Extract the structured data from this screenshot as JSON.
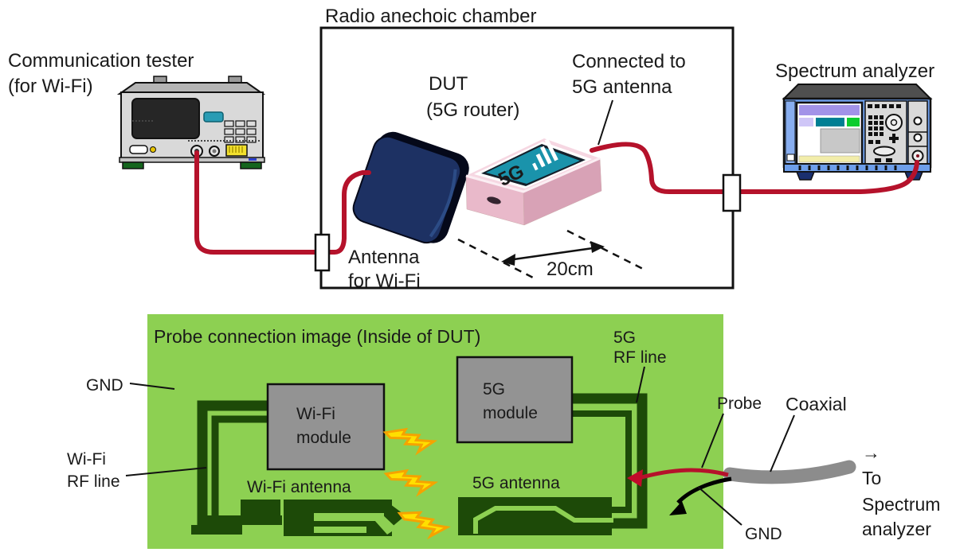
{
  "top": {
    "chamber_title": "Radio anechoic chamber",
    "comm_tester_label_1": "Communication tester",
    "comm_tester_label_2": "(for Wi-Fi)",
    "dut_label_1": "DUT",
    "dut_label_2": "(5G router)",
    "connected_label_1": "Connected to",
    "connected_label_2": "5G antenna",
    "spectrum_label": "Spectrum analyzer",
    "antenna_label_1": "Antenna",
    "antenna_label_2": "for Wi-Fi",
    "distance_label": "20cm",
    "router_screen_text": "5G"
  },
  "board": {
    "title": "Probe connection image (Inside of DUT)",
    "gnd_left_label": "GND",
    "wifi_rf_label_1": "Wi-Fi",
    "wifi_rf_label_2": "RF line",
    "wifi_module_label_1": "Wi-Fi",
    "wifi_module_label_2": "module",
    "wifi_antenna_label": "Wi-Fi antenna",
    "g5_module_label_1": "5G",
    "g5_module_label_2": "module",
    "g5_antenna_label": "5G antenna",
    "g5_rf_label_1": "5G",
    "g5_rf_label_2": "RF line",
    "probe_label": "Probe",
    "coaxial_label": "Coaxial",
    "gnd_right_label": "GND",
    "to_spectrum_arrow": "→",
    "to_spectrum_1": "To",
    "to_spectrum_2": "Spectrum",
    "to_spectrum_3": "analyzer"
  },
  "colors": {
    "cable_red": "#b5122b",
    "board_green": "#8dd052",
    "trace_dark_green": "#1d4a08",
    "module_gray": "#939393",
    "bolt_yellow": "#ffdf00",
    "bolt_outline": "#f5a300",
    "analyzer_blue": "#6d9eea",
    "antenna_navy": "#1d3163",
    "router_pink": "#f6d7e2",
    "screen_teal": "#1a93ab",
    "coax_gray": "#8c8c8c"
  }
}
